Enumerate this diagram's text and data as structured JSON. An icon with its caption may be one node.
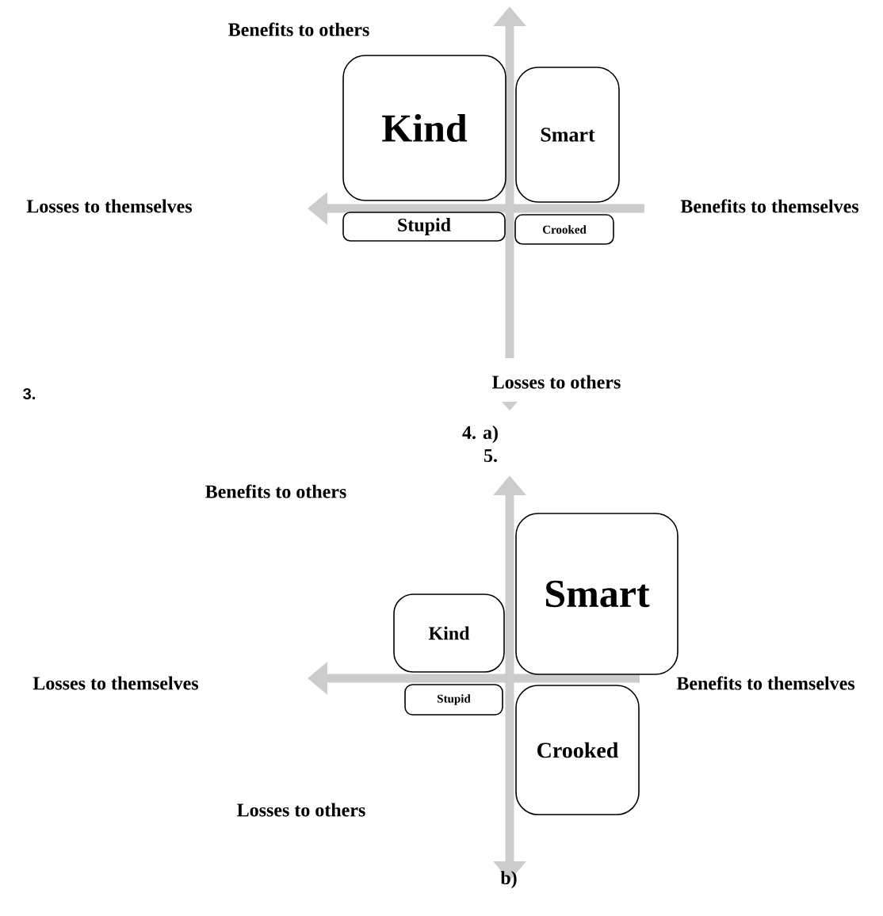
{
  "diagram": {
    "nodes": [
      {
        "text": [
          "Kind"
        ]
      },
      {
        "text": [
          "Smart"
        ]
      },
      {
        "text": [
          "Stupid"
        ]
      },
      {
        "text": [
          "Crooked"
        ]
      },
      {
        "text": [
          "Kind"
        ]
      },
      {
        "text": [
          "Smart"
        ]
      },
      {
        "text": [
          "Stupid"
        ]
      },
      {
        "text": [
          "Crooked"
        ]
      }
    ],
    "edges": [],
    "labels": [
      "Benefits to others",
      "Losses to themselves",
      "Benefits to themselves",
      "Losses to others",
      "3.",
      "4.   a)",
      "5.",
      "Benefits to others",
      "Losses to themselves",
      "Benefits to themselves",
      "Losses to others",
      "b)"
    ]
  }
}
